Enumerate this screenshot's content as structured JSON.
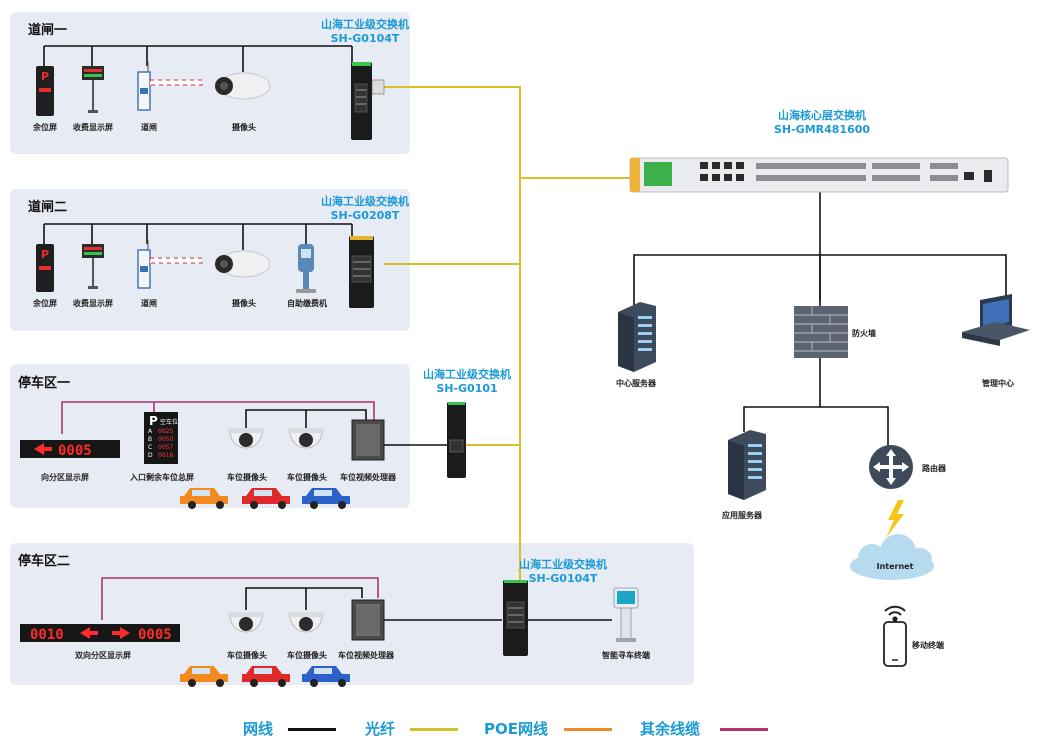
{
  "zones": {
    "gate1": {
      "title": "道闸一"
    },
    "gate2": {
      "title": "道闸二"
    },
    "park1": {
      "title": "停车区一"
    },
    "park2": {
      "title": "停车区二"
    }
  },
  "switches": {
    "gate1": {
      "line1": "山海工业级交换机",
      "line2": "SH-G0104T"
    },
    "gate2": {
      "line1": "山海工业级交换机",
      "line2": "SH-G0208T"
    },
    "park1": {
      "line1": "山海工业级交换机",
      "line2": "SH-G0101"
    },
    "park2": {
      "line1": "山海工业级交换机",
      "line2": "SH-G0104T"
    },
    "core": {
      "line1": "山海核心层交换机",
      "line2": "SH-GMR481600"
    }
  },
  "labels": {
    "g1_remain": "余位屏",
    "g1_fee": "收费显示屏",
    "g1_gate": "道闸",
    "g1_camera": "摄像头",
    "g2_remain": "余位屏",
    "g2_fee": "收费显示屏",
    "g2_gate": "道闸",
    "g2_camera": "摄像头",
    "g2_kiosk": "自助缴费机",
    "p1_direction": "向分区显示屏",
    "p1_entrance": "入口剩余车位总屏",
    "p1_cam1": "车位摄像头",
    "p1_cam2": "车位摄像头",
    "p1_processor": "车位视频处理器",
    "p2_direction": "双向分区显示屏",
    "p2_cam1": "车位摄像头",
    "p2_cam2": "车位摄像头",
    "p2_processor": "车位视频处理器",
    "p2_terminal": "智能寻车终端",
    "center_server": "中心服务器",
    "firewall": "防火墙",
    "mgmt": "管理中心",
    "app_server": "应用服务器",
    "router": "路由器",
    "internet": "Internet",
    "mobile": "移动终端"
  },
  "displays": {
    "p1_sign": "0005",
    "p2_sign_left": "0010",
    "p2_sign_right": "0005",
    "remain_screen_letter": "P",
    "entrance_title": "空车位",
    "entrance_rows": [
      {
        "letter": "A",
        "value": "0025"
      },
      {
        "letter": "B",
        "value": "0050"
      },
      {
        "letter": "C",
        "value": "0057"
      },
      {
        "letter": "D",
        "value": "0016"
      }
    ]
  },
  "legend": {
    "items": [
      {
        "label": "网线",
        "color": "#111111"
      },
      {
        "label": "光纤",
        "color": "#d6c02a"
      },
      {
        "label": "POE网线",
        "color": "#ef8a2a"
      },
      {
        "label": "其余线缆",
        "color": "#b0336a"
      }
    ]
  }
}
